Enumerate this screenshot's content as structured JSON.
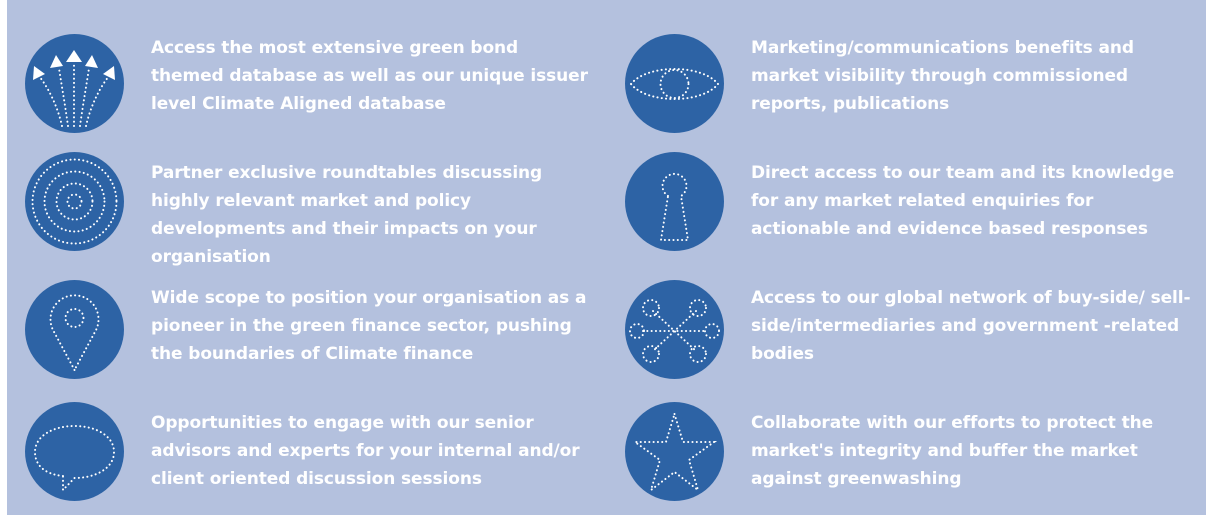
{
  "items": [
    {
      "icon": "arrows-burst-icon",
      "text": "Access the most extensive green bond themed database as well as our unique issuer level Climate Aligned database"
    },
    {
      "icon": "eye-icon",
      "text": "Marketing/communications benefits and market visibility through commissioned reports, publications"
    },
    {
      "icon": "concentric-circles-icon",
      "text": "Partner exclusive roundtables discussing highly relevant market and policy developments and their impacts on your organisation"
    },
    {
      "icon": "keyhole-icon",
      "text": "Direct access to our team and its knowledge for any market related enquiries for actionable and evidence based responses"
    },
    {
      "icon": "map-pin-icon",
      "text": "Wide scope to position your organisation as a pioneer in the green finance sector, pushing the boundaries of Climate finance"
    },
    {
      "icon": "network-icon",
      "text": "Access to our global network of buy-side/ sell-side/intermediaries and government -related bodies"
    },
    {
      "icon": "speech-bubble-icon",
      "text": "Opportunities to engage with our senior advisors and experts for your internal and/or client oriented discussion sessions"
    },
    {
      "icon": "star-icon",
      "text": "Collaborate with our efforts to protect the market's integrity and buffer the market against greenwashing"
    }
  ],
  "colors": {
    "panel": "#b4c1de",
    "circle": "#2d63a5",
    "text": "#ffffff"
  }
}
